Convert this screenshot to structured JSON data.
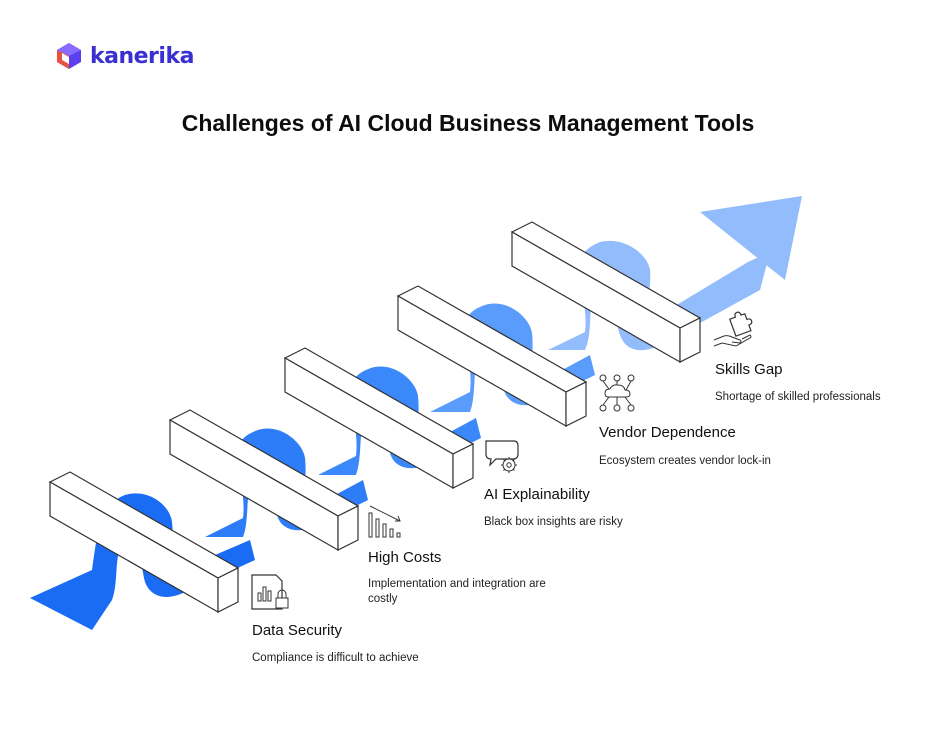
{
  "brand": {
    "name": "kanerika"
  },
  "title": "Challenges of AI Cloud Business Management Tools",
  "steps": [
    {
      "title": "Data Security",
      "description": "Compliance is difficult to achieve",
      "icon": "lock-chart-icon"
    },
    {
      "title": "High Costs",
      "description": "Implementation and integration are costly",
      "icon": "declining-chart-icon"
    },
    {
      "title": "AI Explainability",
      "description": "Black box insights are risky",
      "icon": "gear-chat-icon"
    },
    {
      "title": "Vendor Dependence",
      "description": "Ecosystem creates vendor lock-in",
      "icon": "cloud-network-icon"
    },
    {
      "title": "Skills Gap",
      "description": "Shortage of skilled professionals",
      "icon": "puzzle-hand-icon"
    }
  ],
  "colors": {
    "ribbon": [
      "#1a6cf5",
      "#2d7cf8",
      "#3b88fa",
      "#5a9cfb",
      "#92bcfc"
    ],
    "brand": "#3a2fd1"
  }
}
